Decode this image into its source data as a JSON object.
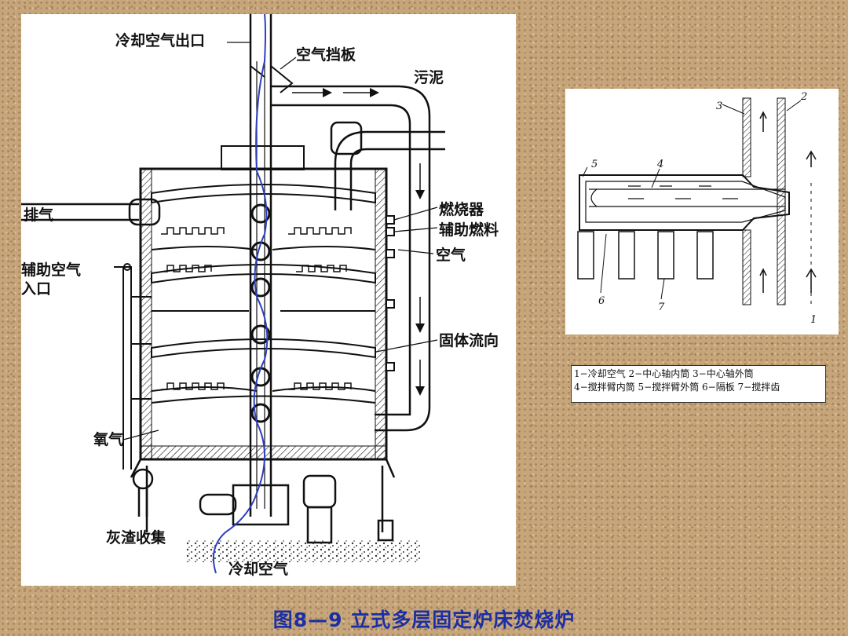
{
  "main_diagram": {
    "labels": {
      "cooling_air_outlet": "冷却空气出口",
      "air_baffle": "空气挡板",
      "sludge": "污泥",
      "exhaust": "排气",
      "burner": "燃烧器",
      "aux_fuel": "辅助燃料",
      "air": "空气",
      "aux_air_inlet_1": "辅助空气",
      "aux_air_inlet_2": "入口",
      "solid_flow": "固体流向",
      "oxygen": "氧气",
      "ash_collection": "灰渣收集",
      "cooling_air": "冷却空气"
    }
  },
  "detail_diagram": {
    "numbers": {
      "n1": "1",
      "n2": "2",
      "n3": "3",
      "n4": "4",
      "n5": "5",
      "n6": "6",
      "n7": "7"
    }
  },
  "legend": {
    "line1": "1−冷却空气  2−中心轴内筒  3−中心轴外筒",
    "line2": "4−搅拌臂内筒    5−搅拌臂外筒    6−隔板    7−搅拌齿"
  },
  "caption": "图8—9 立式多层固定炉床焚烧炉",
  "colors": {
    "background": "#c7a57a",
    "caption": "#1b2fa5",
    "flow_line": "#2b3fc0"
  }
}
